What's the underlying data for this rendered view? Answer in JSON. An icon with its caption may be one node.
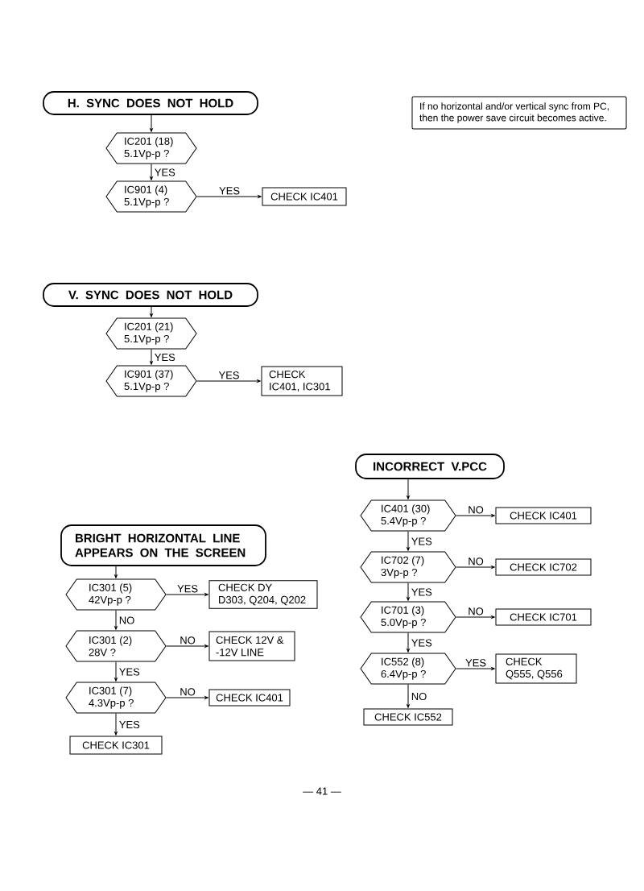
{
  "diagram": {
    "nodes": [
      {
        "text": [
          "H. SYNC DOES NOT HOLD"
        ]
      },
      {
        "text": [
          "If no horizontal and/or vertical sync from PC, then the power save circuit becomes active."
        ]
      },
      {
        "text": [
          "IC201 (18) 5.1Vp-p ?"
        ]
      },
      {
        "text": [
          "IC901 (4) 5.1Vp-p ?"
        ]
      },
      {
        "text": [
          "CHECK IC401"
        ]
      },
      {
        "text": [
          "V. SYNC DOES NOT HOLD"
        ]
      },
      {
        "text": [
          "IC201 (21) 5.1Vp-p ?"
        ]
      },
      {
        "text": [
          "IC901 (37) 5.1Vp-p ?"
        ]
      },
      {
        "text": [
          "CHECK IC401, IC301"
        ]
      },
      {
        "text": [
          "BRIGHT HORIZONTAL LINE APPEARS ON THE SCREEN"
        ]
      },
      {
        "text": [
          "IC301 (5) 42Vp-p ?"
        ]
      },
      {
        "text": [
          "CHECK DY D303, Q204, Q202"
        ]
      },
      {
        "text": [
          "IC301 (2) 28V ?"
        ]
      },
      {
        "text": [
          "CHECK 12V & -12V LINE"
        ]
      },
      {
        "text": [
          "IC301 (7) 4.3Vp-p ?"
        ]
      },
      {
        "text": [
          "CHECK IC401"
        ]
      },
      {
        "text": [
          "CHECK IC301"
        ]
      },
      {
        "text": [
          "INCORRECT V.PCC"
        ]
      },
      {
        "text": [
          "IC401 (30) 5.4Vp-p ?"
        ]
      },
      {
        "text": [
          "CHECK IC401"
        ]
      },
      {
        "text": [
          "IC702 (7) 3Vp-p ?"
        ]
      },
      {
        "text": [
          "CHECK IC702"
        ]
      },
      {
        "text": [
          "IC701 (3) 5.0Vp-p ?"
        ]
      },
      {
        "text": [
          "CHECK IC701"
        ]
      },
      {
        "text": [
          "IC552 (8) 6.4Vp-p ?"
        ]
      },
      {
        "text": [
          "CHECK Q555, Q556"
        ]
      },
      {
        "text": [
          "CHECK IC552"
        ]
      }
    ],
    "edges": [
      {
        "from": 0,
        "to": 2,
        "arrow": "to"
      },
      {
        "from": 2,
        "to": 3,
        "arrow": "to",
        "label": "YES"
      },
      {
        "from": 3,
        "to": 4,
        "arrow": "to",
        "label": "YES"
      },
      {
        "from": 5,
        "to": 6,
        "arrow": "to"
      },
      {
        "from": 6,
        "to": 7,
        "arrow": "to",
        "label": "YES"
      },
      {
        "from": 7,
        "to": 8,
        "arrow": "to",
        "label": "YES"
      },
      {
        "from": 9,
        "to": 10,
        "arrow": "to"
      },
      {
        "from": 10,
        "to": 11,
        "arrow": "to",
        "label": "YES"
      },
      {
        "from": 10,
        "to": 12,
        "arrow": "to",
        "label": "NO"
      },
      {
        "from": 12,
        "to": 13,
        "arrow": "to",
        "label": "NO"
      },
      {
        "from": 12,
        "to": 14,
        "arrow": "to",
        "label": "YES"
      },
      {
        "from": 14,
        "to": 15,
        "arrow": "to",
        "label": "NO"
      },
      {
        "from": 14,
        "to": 16,
        "arrow": "to",
        "label": "YES"
      },
      {
        "from": 17,
        "to": 18,
        "arrow": "to"
      },
      {
        "from": 18,
        "to": 19,
        "arrow": "to",
        "label": "NO"
      },
      {
        "from": 18,
        "to": 20,
        "arrow": "to",
        "label": "YES"
      },
      {
        "from": 20,
        "to": 21,
        "arrow": "to",
        "label": "NO"
      },
      {
        "from": 20,
        "to": 22,
        "arrow": "to",
        "label": "YES"
      },
      {
        "from": 22,
        "to": 23,
        "arrow": "to",
        "label": "NO"
      },
      {
        "from": 22,
        "to": 24,
        "arrow": "to",
        "label": "YES"
      },
      {
        "from": 24,
        "to": 25,
        "arrow": "to",
        "label": "YES"
      },
      {
        "from": 24,
        "to": 26,
        "arrow": "to",
        "label": "NO"
      }
    ],
    "labels": [
      "— 41 —"
    ]
  }
}
